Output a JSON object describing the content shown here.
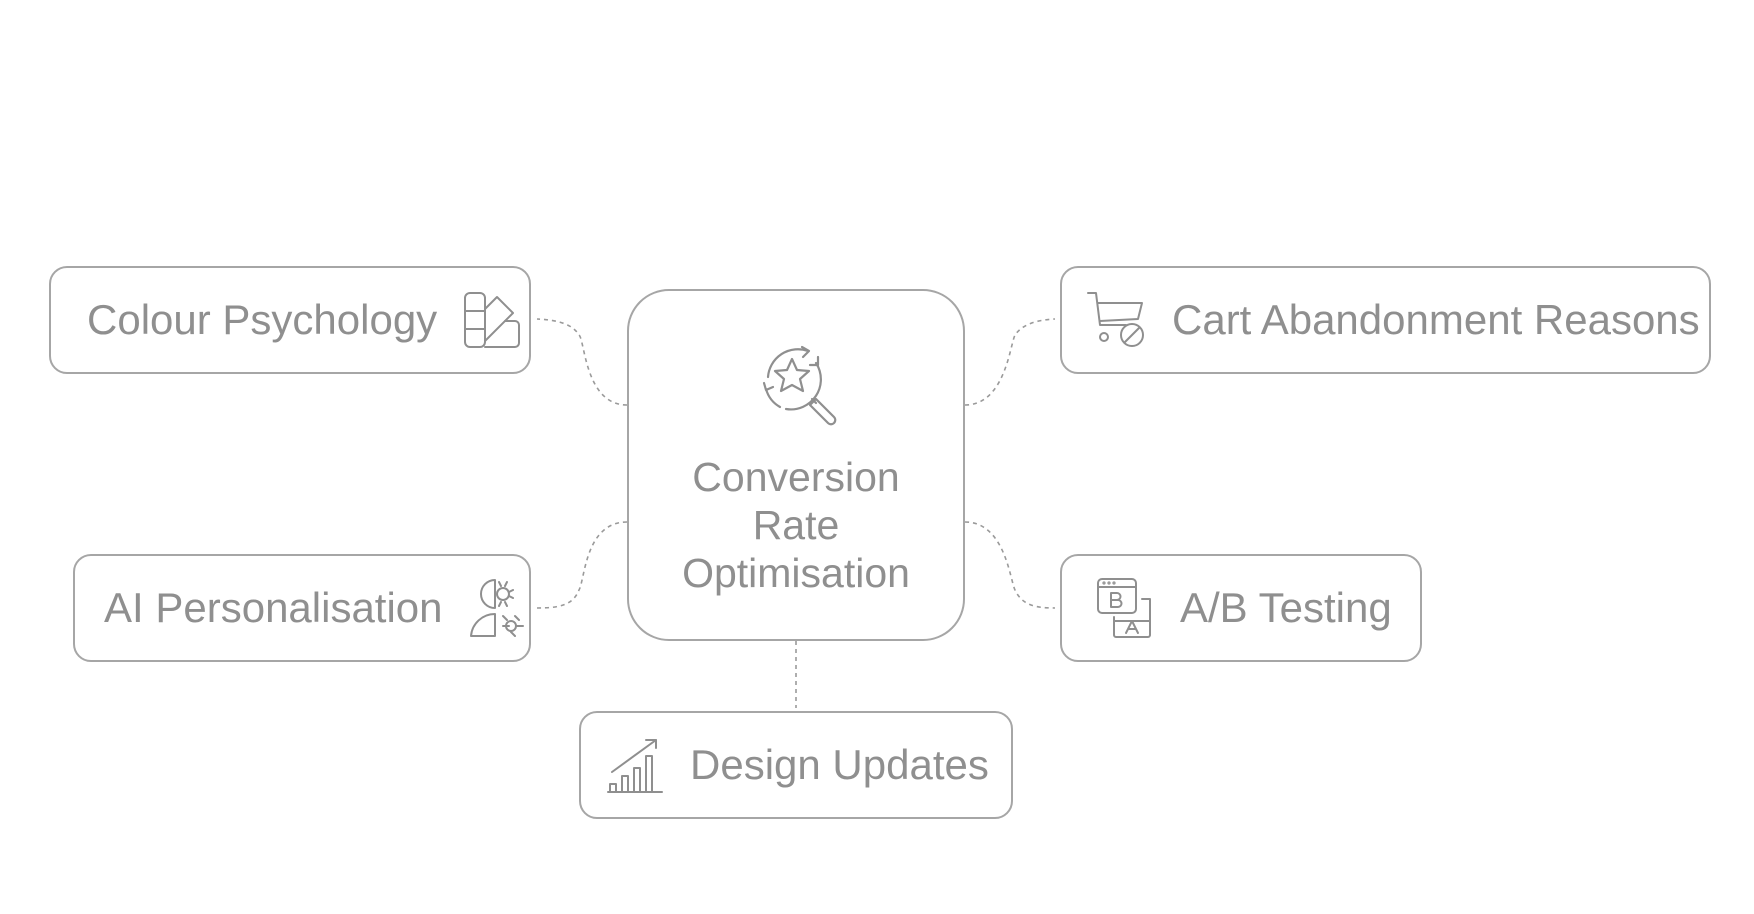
{
  "center": {
    "title_lines": [
      "Conversion",
      "Rate",
      "Optimisation"
    ],
    "icon": "search-star-cycle-icon"
  },
  "nodes": {
    "colour_psychology": {
      "label": "Colour Psychology",
      "icon": "color-swatch-icon"
    },
    "ai_personalisation": {
      "label": "AI Personalisation",
      "icon": "head-gears-icon"
    },
    "cart_abandonment": {
      "label": "Cart Abandonment Reasons",
      "icon": "cart-blocked-icon"
    },
    "ab_testing": {
      "label": "A/B Testing",
      "icon": "ab-windows-icon"
    },
    "design_updates": {
      "label": "Design Updates",
      "icon": "growth-chart-icon"
    }
  },
  "colors": {
    "stroke": "#a6a6a6",
    "text": "#8f8f8f",
    "background": "#ffffff"
  }
}
